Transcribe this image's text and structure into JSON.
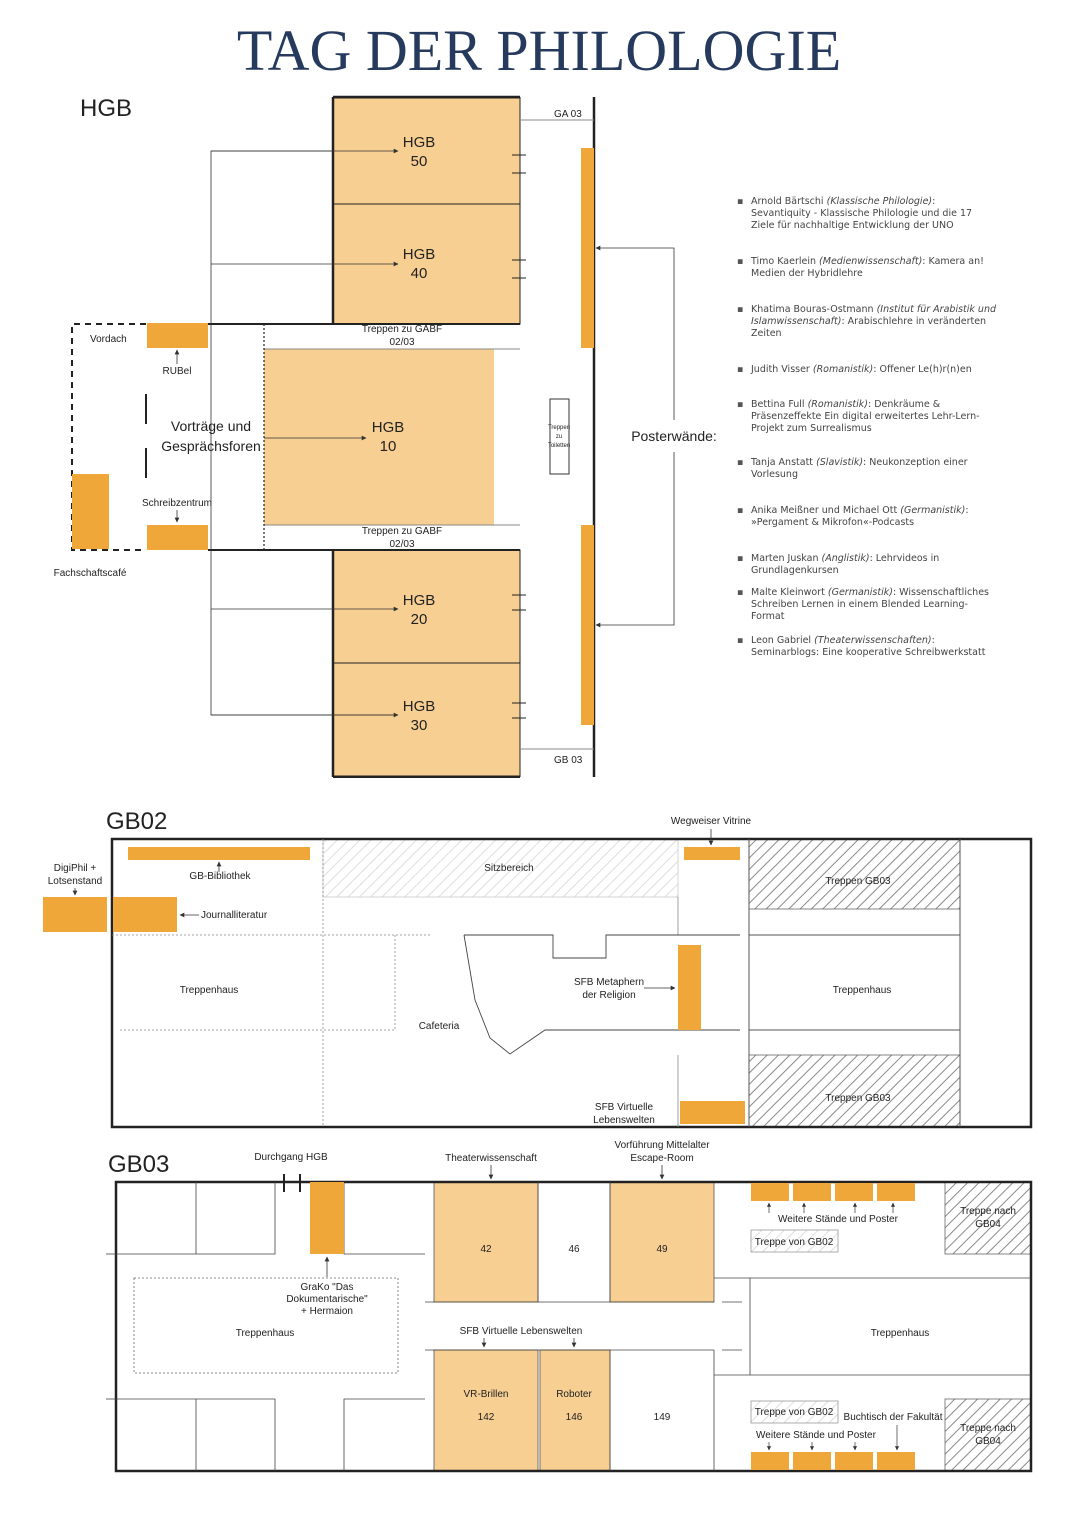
{
  "title": "TAG DER PHILOLOGIE",
  "colors": {
    "room_fill": "#f8cf92",
    "stand_fill": "#f0a73a",
    "title": "#263a5e",
    "wall": "#222222"
  },
  "hgb": {
    "section_label": "HGB",
    "rooms": {
      "hgb50": [
        "HGB",
        "50"
      ],
      "hgb40": [
        "HGB",
        "40"
      ],
      "hgb10": [
        "HGB",
        "10"
      ],
      "hgb20": [
        "HGB",
        "20"
      ],
      "hgb30": [
        "HGB",
        "30"
      ]
    },
    "ga03": "GA 03",
    "gb03": "GB 03",
    "stairs_top": [
      "Treppen zu GABF",
      "02/03"
    ],
    "stairs_bottom": [
      "Treppen zu GABF",
      "02/03"
    ],
    "toilets": [
      "Treppen",
      "zu",
      "Toiletten"
    ],
    "vordach": "Vordach",
    "rubel": "RUBel",
    "schreibzentrum": "Schreibzentrum",
    "fachschaftscafe": "Fachschaftscafé",
    "vortraege": [
      "Vorträge und",
      "Gesprächsforen"
    ],
    "posterwaende": "Posterwände:"
  },
  "talks": [
    {
      "name": "Arnold Bärtschi",
      "field": "(Klassische Philologie)",
      "title": ": Sevantiquity - Klassische Philologie und die 17 Ziele für nachhaltige Entwicklung der UNO"
    },
    {
      "name": "Timo Kaerlein",
      "field": "(Medienwissenschaft)",
      "title": ": Kamera an! Medien der Hybridlehre"
    },
    {
      "name": "Khatima Bouras-Ostmann",
      "field": "(Institut für Arabistik und Islamwissenschaft)",
      "title": ": Arabischlehre in veränderten Zeiten"
    },
    {
      "name": "Judith Visser",
      "field": "(Romanistik)",
      "title": ": Offener Le(h)r(n)en"
    },
    {
      "name": "Bettina Full",
      "field": "(Romanistik)",
      "title": ": Denkräume & Präsenzeffekte Ein digital erweitertes Lehr-Lern-Projekt zum Surrealismus"
    },
    {
      "name": "Tanja Anstatt",
      "field": "(Slavistik)",
      "title": ": Neukonzeption einer Vorlesung"
    },
    {
      "name": "Anika Meißner und Michael Ott",
      "field": "(Germanistik)",
      "title": ": »Pergament & Mikrofon«-Podcasts"
    },
    {
      "name": "Marten Juskan",
      "field": "(Anglistik)",
      "title": ": Lehrvideos in Grundlagenkursen"
    },
    {
      "name": "Malte Kleinwort",
      "field": "(Germanistik)",
      "title": ": Wissenschaftliches Schreiben Lernen in einem Blended Learning-Format"
    },
    {
      "name": "Leon Gabriel",
      "field": "(Theaterwissenschaften)",
      "title": ": Seminarblogs: Eine kooperative Schreibwerkstatt"
    }
  ],
  "gb02": {
    "section_label": "GB02",
    "digiphil": [
      "DigiPhil +",
      "Lotsenstand"
    ],
    "gb_bibliothek": "GB-Bibliothek",
    "sitzbereich": "Sitzbereich",
    "wegweiser": "Wegweiser Vitrine",
    "treppen_gb03": "Treppen GB03",
    "treppen_gb03_bottom": "Treppen GB03",
    "journalliteratur": "Journalliteratur",
    "treppenhaus_left": "Treppenhaus",
    "treppenhaus_right": "Treppenhaus",
    "cafeteria": "Cafeteria",
    "sfb_metaphern": [
      "SFB Metaphern",
      "der Religion"
    ],
    "sfb_virtuelle": [
      "SFB Virtuelle",
      "Lebenswelten"
    ]
  },
  "gb03": {
    "section_label": "GB03",
    "durchgang": "Durchgang HGB",
    "theaterwissenschaft": "Theaterwissenschaft",
    "vorfuehrung": [
      "Vorführung Mittelalter",
      "Escape-Room"
    ],
    "weitere_top": "Weitere Stände und Poster",
    "weitere_bottom": "Weitere Stände und Poster",
    "treppe_nach_gb04_top": [
      "Treppe nach",
      "GB04"
    ],
    "treppe_nach_gb04_bottom": [
      "Treppe nach",
      "GB04"
    ],
    "treppe_von_gb02_top": "Treppe von GB02",
    "treppe_von_gb02_bottom": "Treppe von GB02",
    "room42": "42",
    "room46": "46",
    "room49": "49",
    "grako": [
      "GraKo \"Das",
      "Dokumentarische\"",
      "+ Hermaion"
    ],
    "treppenhaus_left": "Treppenhaus",
    "treppenhaus_right": "Treppenhaus",
    "sfb_virtuelle": "SFB Virtuelle Lebenswelten",
    "vr_brillen": "VR-Brillen",
    "roboter": "Roboter",
    "room142": "142",
    "room146": "146",
    "room149": "149",
    "buchtisch": "Buchtisch der Fakultät"
  }
}
